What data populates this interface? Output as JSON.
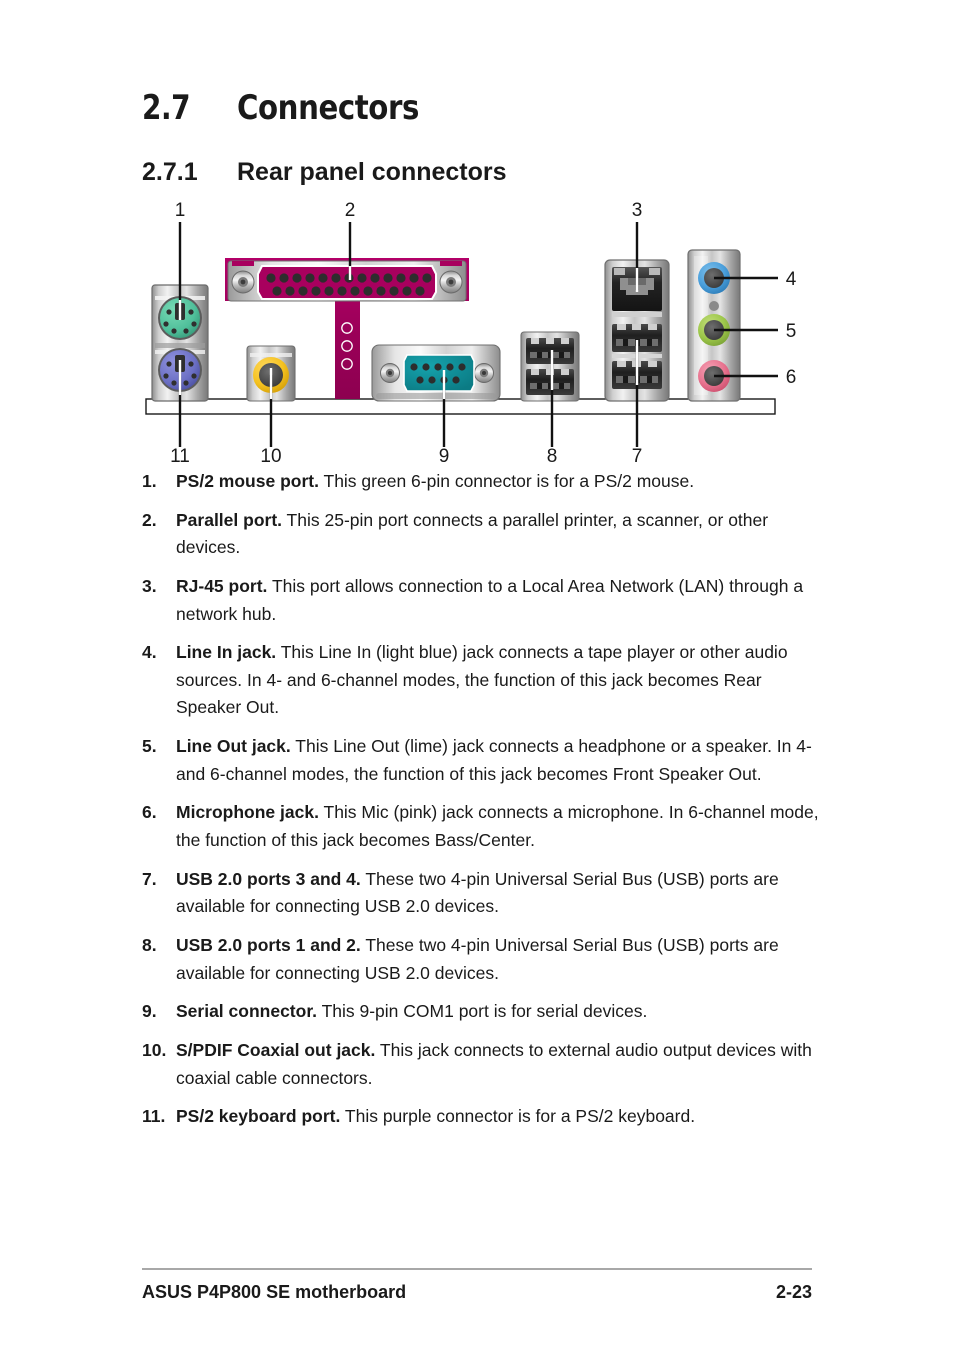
{
  "heading": {
    "section_number": "2.7",
    "section_title": "Connectors",
    "subsection_number": "2.7.1",
    "subsection_title": "Rear panel connectors"
  },
  "diagram": {
    "name": "rear-panel-connectors-diagram",
    "callouts": [
      {
        "id": "1",
        "label": "1",
        "target": "ps2-mouse-port"
      },
      {
        "id": "2",
        "label": "2",
        "target": "parallel-port"
      },
      {
        "id": "3",
        "label": "3",
        "target": "rj45-port"
      },
      {
        "id": "4",
        "label": "4",
        "target": "line-in-jack"
      },
      {
        "id": "5",
        "label": "5",
        "target": "line-out-jack"
      },
      {
        "id": "6",
        "label": "6",
        "target": "microphone-jack"
      },
      {
        "id": "7",
        "label": "7",
        "target": "usb-ports-3-4"
      },
      {
        "id": "8",
        "label": "8",
        "target": "usb-ports-1-2"
      },
      {
        "id": "9",
        "label": "9",
        "target": "serial-connector"
      },
      {
        "id": "10",
        "label": "10",
        "target": "spdif-coaxial-out-jack"
      },
      {
        "id": "11",
        "label": "11",
        "target": "ps2-keyboard-port"
      }
    ],
    "colors": {
      "ps2_mouse_green": "#4fbf9a",
      "ps2_keyboard_purple": "#6b6fc4",
      "parallel_magenta": "#a8005e",
      "spdif_yellow": "#f5c220",
      "serial_teal": "#0f8d96",
      "line_in_blue": "#4a9fdc",
      "line_out_lime": "#9dc74a",
      "mic_pink": "#e8738f",
      "metal_light": "#e8e8e8",
      "metal_mid": "#b4b4b4",
      "metal_dark": "#7a7a7a",
      "port_black": "#2b2b2b"
    }
  },
  "items": [
    {
      "index": "1.",
      "lead": "PS/2 mouse port.",
      "text": " This green 6-pin connector is for a PS/2 mouse."
    },
    {
      "index": "2.",
      "lead": "Parallel port.",
      "text": " This 25-pin port connects a parallel printer, a scanner, or other devices."
    },
    {
      "index": "3.",
      "lead": "RJ-45 port.",
      "text": " This port allows connection to a Local Area Network (LAN) through a network hub."
    },
    {
      "index": "4.",
      "lead": "Line In jack.",
      "text": " This Line In (light blue) jack connects a tape player or other audio sources. In 4- and 6-channel modes, the function of this jack becomes Rear Speaker Out."
    },
    {
      "index": "5.",
      "lead": "Line Out jack.",
      "text": " This Line Out (lime) jack connects a headphone or a speaker. In 4- and 6-channel modes, the function of this jack becomes Front Speaker Out."
    },
    {
      "index": "6.",
      "lead": "Microphone jack.",
      "text": " This Mic (pink) jack connects a microphone. In 6-channel mode, the function of this jack becomes Bass/Center."
    },
    {
      "index": "7.",
      "lead": "USB 2.0 ports 3 and 4.",
      "text": " These two 4-pin Universal Serial Bus (USB) ports are available for connecting USB 2.0 devices."
    },
    {
      "index": "8.",
      "lead": "USB 2.0 ports 1 and 2.",
      "text": " These two 4-pin Universal Serial Bus (USB) ports are available for connecting USB 2.0 devices."
    },
    {
      "index": "9.",
      "lead": "Serial connector.",
      "text": " This 9-pin COM1 port is for serial devices."
    },
    {
      "index": "10.",
      "lead": "S/PDIF Coaxial out jack.",
      "text": " This jack connects to external audio output devices with coaxial cable connectors."
    },
    {
      "index": "11.",
      "lead": "PS/2 keyboard port.",
      "text": " This purple connector is for a PS/2 keyboard."
    }
  ],
  "footer": {
    "left": "ASUS P4P800 SE motherboard",
    "right": "2-23"
  }
}
